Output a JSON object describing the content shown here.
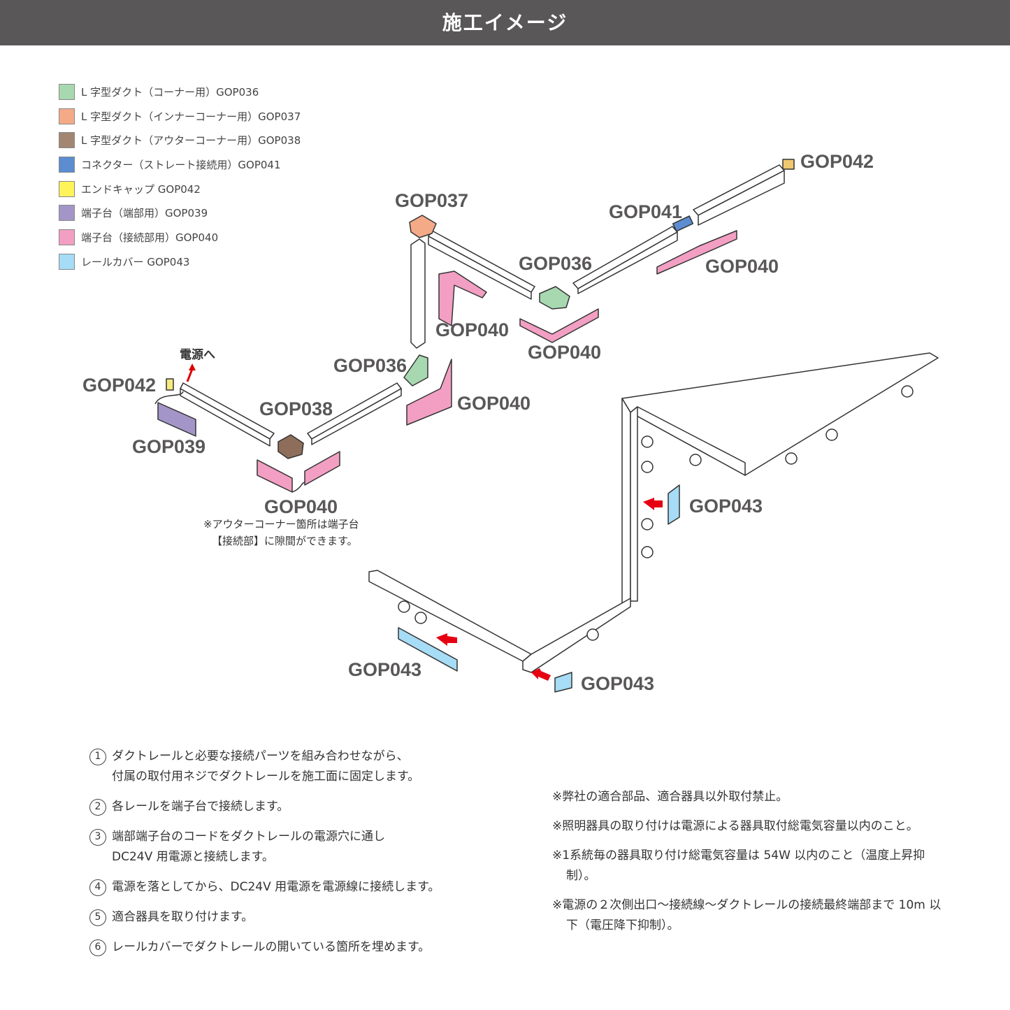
{
  "header": {
    "title": "施工イメージ"
  },
  "legend": [
    {
      "label": "L 字型ダクト（コーナー用）GOP036",
      "color": "#a8d8b0"
    },
    {
      "label": "L 字型ダクト（インナーコーナー用）GOP037",
      "color": "#f4aa87"
    },
    {
      "label": "L 字型ダクト（アウターコーナー用）GOP038",
      "color": "#a28672"
    },
    {
      "label": "コネクター（ストレート接続用）GOP041",
      "color": "#5b8dd0"
    },
    {
      "label": "エンドキャップ GOP042",
      "color": "#fff35a"
    },
    {
      "label": "端子台（端部用）GOP039",
      "color": "#a495c8"
    },
    {
      "label": "端子台（接続部用）GOP040",
      "color": "#f29fc3"
    },
    {
      "label": "レールカバー GOP043",
      "color": "#a6dcf5"
    }
  ],
  "diagram": {
    "labels": [
      "GOP042",
      "GOP037",
      "GOP041",
      "GOP036",
      "GOP040",
      "GOP040",
      "GOP040",
      "GOP036",
      "GOP040",
      "GOP042",
      "GOP038",
      "GOP039",
      "GOP040",
      "GOP043",
      "GOP043",
      "GOP043"
    ],
    "power_label": "電源へ",
    "note_line1": "※アウターコーナー箇所は端子台",
    "note_line2": "【接続部】に隙間ができます。"
  },
  "steps": [
    {
      "num": "1",
      "lines": [
        "ダクトレールと必要な接続パーツを組み合わせながら、",
        "付属の取付用ネジでダクトレールを施工面に固定します。"
      ]
    },
    {
      "num": "2",
      "lines": [
        "各レールを端子台で接続します。"
      ]
    },
    {
      "num": "3",
      "lines": [
        "端部端子台のコードをダクトレールの電源穴に通し",
        "DC24V 用電源と接続します。"
      ]
    },
    {
      "num": "4",
      "lines": [
        "電源を落としてから、DC24V 用電源を電源線に接続します。"
      ]
    },
    {
      "num": "5",
      "lines": [
        "適合器具を取り付けます。"
      ]
    },
    {
      "num": "6",
      "lines": [
        "レールカバーでダクトレールの開いている箇所を埋めます。"
      ]
    }
  ],
  "cautions": [
    "※弊社の適合部品、適合器具以外取付禁止。",
    "※照明器具の取り付けは電源による器具取付総電気容量以内のこと。",
    "※1系統毎の器具取り付け総電気容量は 54W 以内のこと（温度上昇抑制）。",
    "※電源の２次側出口～接続線～ダクトレールの接続最終端部まで 10m 以下（電圧降下抑制）。"
  ]
}
